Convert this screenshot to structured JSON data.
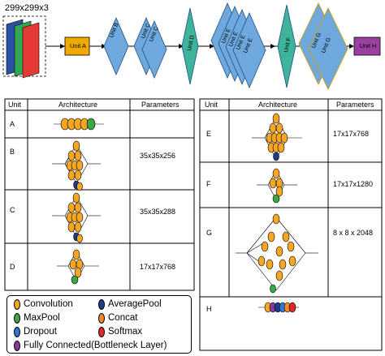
{
  "input_label": "299x299x3",
  "pipeline": {
    "units": [
      "Unit A",
      "Unit B",
      "Unit C",
      "Unit C",
      "Unit D",
      "Unit E",
      "Unit E",
      "Unit E",
      "Unit E",
      "Unit F",
      "Unit G",
      "Unit G",
      "Unit H"
    ]
  },
  "table_left": {
    "headers": [
      "Unit",
      "Architecture",
      "Parameters"
    ],
    "rows": [
      {
        "unit": "A",
        "params": ""
      },
      {
        "unit": "B",
        "params": "35x35x256"
      },
      {
        "unit": "C",
        "params": "35x35x288"
      },
      {
        "unit": "D",
        "params": "17x17x768"
      }
    ]
  },
  "table_right": {
    "headers": [
      "Unit",
      "Architecture",
      "Parameters"
    ],
    "rows": [
      {
        "unit": "E",
        "params": "17x17x768"
      },
      {
        "unit": "F",
        "params": "17x17x1280"
      },
      {
        "unit": "G",
        "params": "8 x 8 x 2048"
      },
      {
        "unit": "H",
        "params": ""
      }
    ]
  },
  "legend": {
    "convolution": "Convolution",
    "averagepool": "AveragePool",
    "maxpool": "MaxPool",
    "concat": "Concat",
    "dropout": "Dropout",
    "softmax": "Softmax",
    "fc": "Fully Connected(Bottleneck Layer)"
  },
  "colors": {
    "convolution": "#f5a623",
    "averagepool": "#1f3b8c",
    "maxpool": "#3aa845",
    "concat": "#f08a2c",
    "dropout": "#2e79d6",
    "softmax": "#d92b2b",
    "fc": "#8a3a9c",
    "unit_fill": "#6fa8dc",
    "unit_d_fill": "#3fb49a",
    "unit_a_fill": "#f2a900",
    "unit_h_fill": "#9b3fa0"
  }
}
